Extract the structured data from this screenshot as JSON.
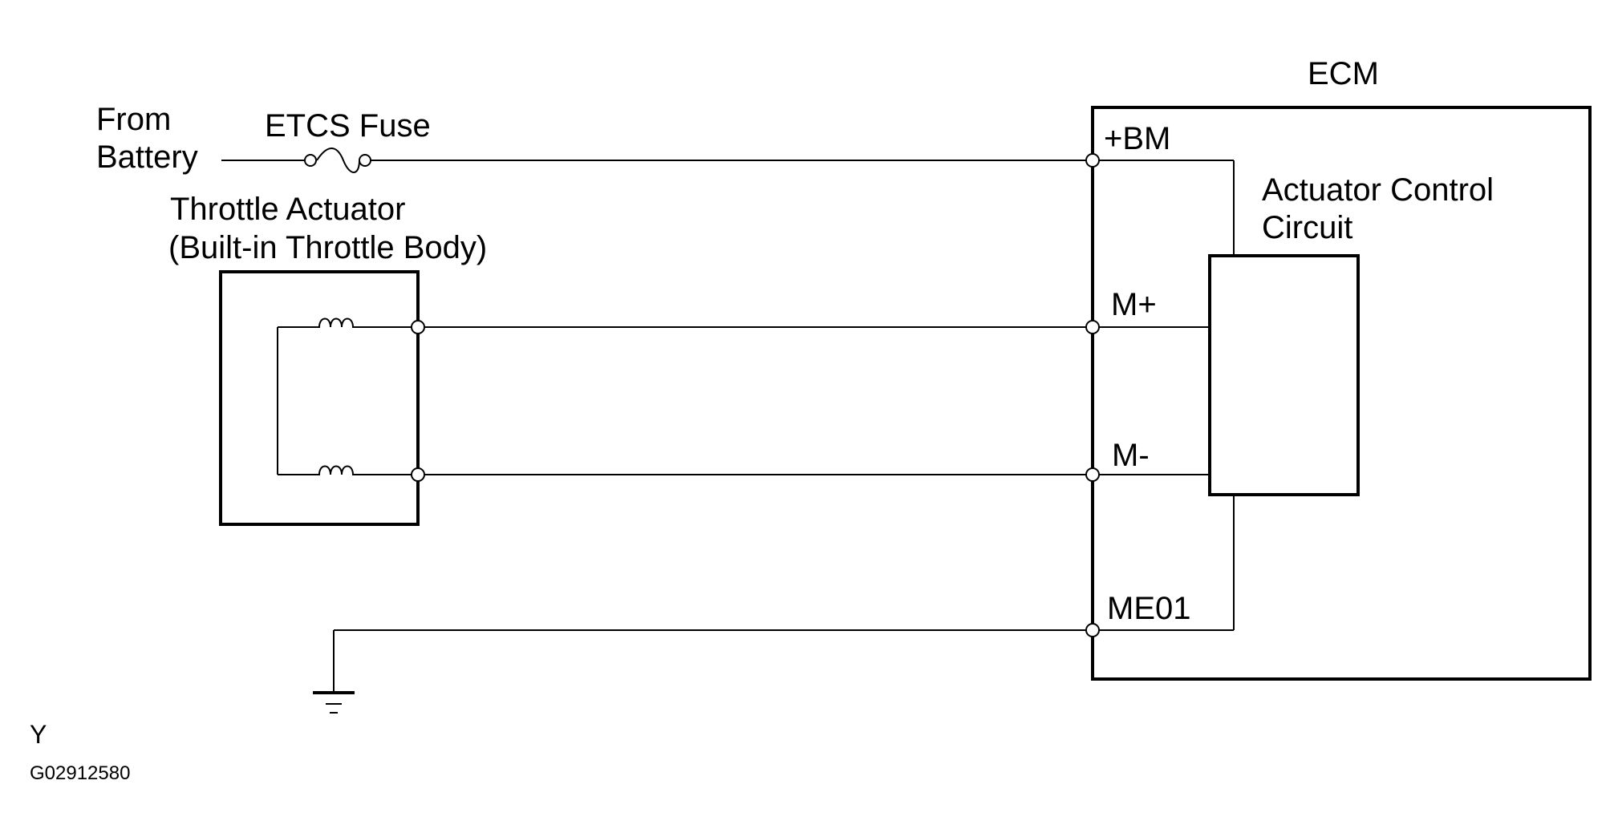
{
  "labels": {
    "ecm": "ECM",
    "from_battery_line1": "From",
    "from_battery_line2": "Battery",
    "etcs_fuse": "ETCS Fuse",
    "throttle_actuator_line1": "Throttle Actuator",
    "throttle_actuator_line2": "(Built-in Throttle Body)",
    "actuator_control_line1": "Actuator Control",
    "actuator_control_line2": "Circuit",
    "pin_bm": "+BM",
    "pin_m_plus": "M+",
    "pin_m_minus": "M-",
    "pin_me01": "ME01",
    "corner_letter": "Y",
    "figure_id": "G02912580"
  }
}
